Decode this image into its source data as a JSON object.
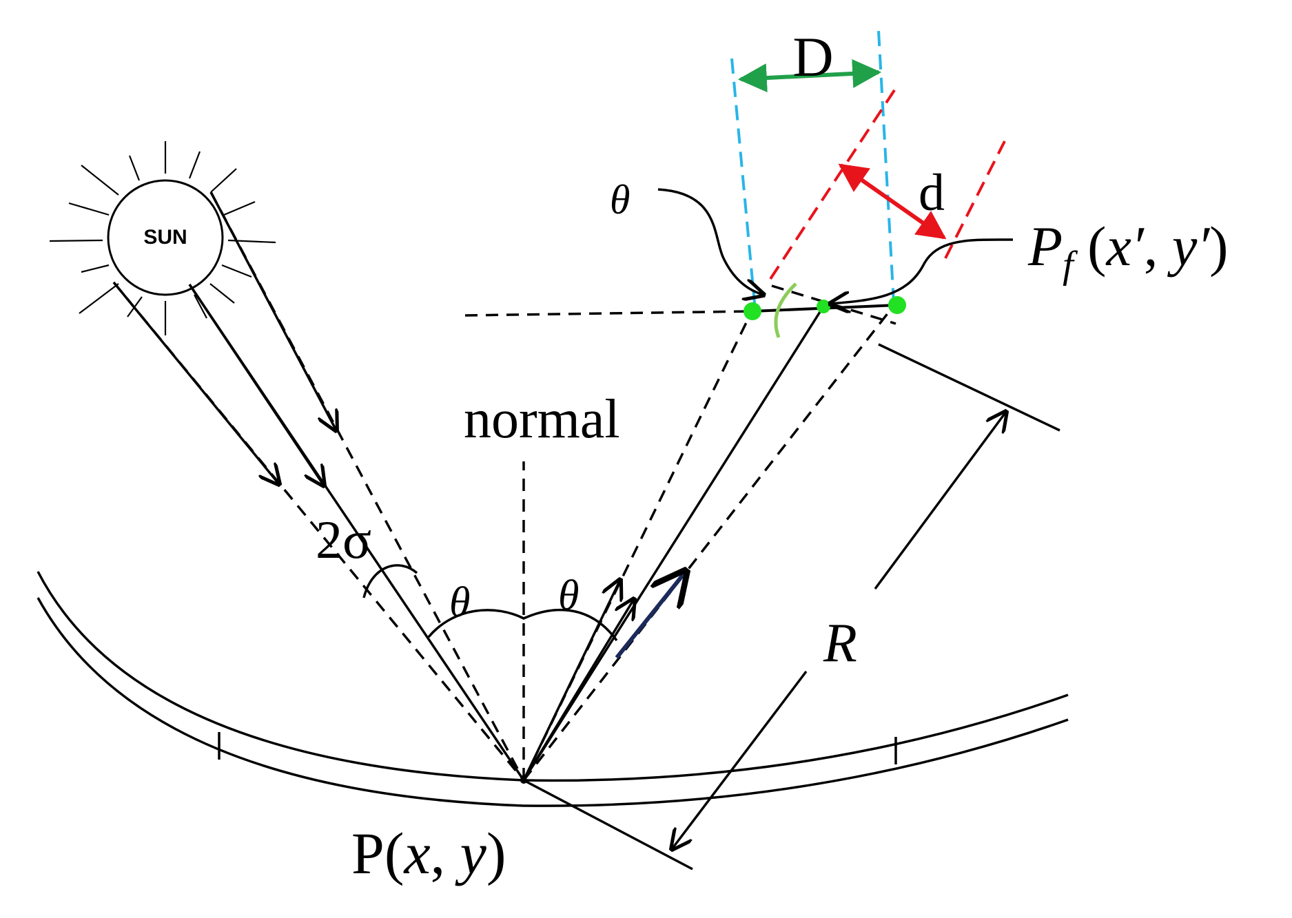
{
  "labels": {
    "sun": "SUN",
    "normal": "normal",
    "two_sigma": "2σ",
    "theta_left": "θ",
    "theta_right": "θ",
    "theta_top": "θ",
    "D": "D",
    "d": "d",
    "R": "R",
    "P_main": "P(",
    "P_x": "x",
    "P_comma": ", ",
    "P_y": "y",
    "P_close": ")",
    "Pf_P": "P",
    "Pf_sub": "f",
    "Pf_open": " (",
    "Pf_x": "x′",
    "Pf_comma": ", ",
    "Pf_y": "y′",
    "Pf_close": ")"
  },
  "colors": {
    "ink": "#000000",
    "dim_D": "#21a04a",
    "receiver_lines": "#28b5e8",
    "dim_d": "#e8141c",
    "focus_points": "#22e022",
    "arc_mark": "#8ccc5a",
    "blue_ray": "#1c2a5a"
  }
}
